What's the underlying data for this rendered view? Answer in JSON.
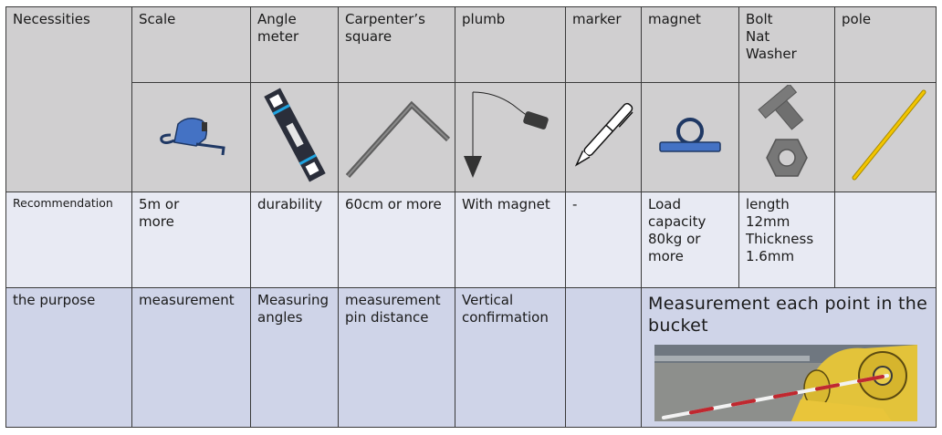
{
  "table": {
    "row_labels": {
      "necessities": "Necessities",
      "recommendation": "Recommendation",
      "purpose": "the purpose"
    },
    "columns": [
      {
        "name": "Scale",
        "icon": "tape-measure-icon",
        "recommendation": "5m or\nmore",
        "purpose": "measurement"
      },
      {
        "name": "Angle\nmeter",
        "icon": "angle-meter-icon",
        "recommendation": "durability",
        "purpose": "Measuring\nangles"
      },
      {
        "name": "Carpenter’s\nsquare",
        "icon": "carpenter-square-icon",
        "recommendation": "60cm or more",
        "purpose": "measurement\npin distance"
      },
      {
        "name": "plumb",
        "icon": "plumb-bob-icon",
        "recommendation": "With magnet",
        "purpose": "Vertical\nconfirmation"
      },
      {
        "name": "marker",
        "icon": "pen-marker-icon",
        "recommendation": "-",
        "purpose": ""
      },
      {
        "name": "magnet",
        "icon": "magnet-icon",
        "recommendation": "Load\ncapacity\n80kg or\nmore",
        "purpose": ""
      },
      {
        "name": "Bolt\nNat\nWasher",
        "icon": "bolt-nut-icon",
        "recommendation": "length\n12mm\nThickness\n1.6mm",
        "purpose": ""
      },
      {
        "name": "pole",
        "icon": "pole-icon",
        "recommendation": "",
        "purpose": ""
      }
    ],
    "merged_purpose": "Measurement each point in the bucket",
    "photo": "bucket-measurement-photo"
  },
  "colors": {
    "header_bg": "#d0cfd0",
    "recommendation_bg": "#e8eaf3",
    "purpose_bg": "#cfd4e8",
    "border": "#3a3a3a",
    "icon_blue": "#4472c4",
    "icon_navy": "#1f3864",
    "pole_yellow": "#f2c500"
  }
}
